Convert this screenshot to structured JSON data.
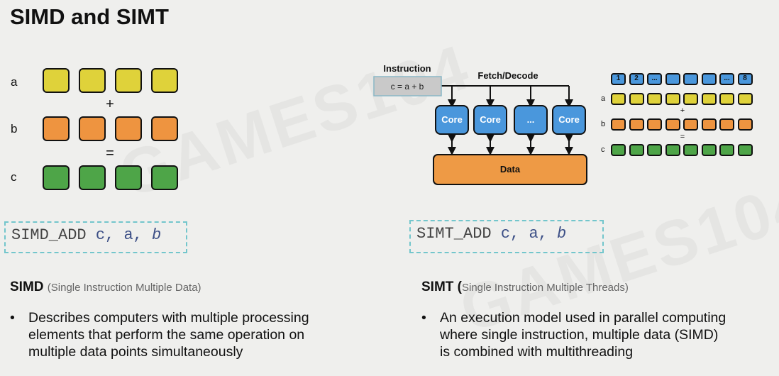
{
  "title": "SIMD and SIMT",
  "simd_diagram": {
    "row_labels": [
      "a",
      "b",
      "c"
    ],
    "operators": [
      "+",
      "="
    ],
    "colors": {
      "a": "#dfd23a",
      "b": "#ee9440",
      "c": "#4ea548"
    }
  },
  "simd_code": {
    "op": "SIMD_ADD",
    "args": [
      "c,",
      "a,",
      "b"
    ]
  },
  "simt_code": {
    "op": "SIMT_ADD",
    "args": [
      "c,",
      "a,",
      "b"
    ]
  },
  "simt_diagram": {
    "instruction_label": "Instruction",
    "instruction_value": "c = a + b",
    "fetch_decode": "Fetch/Decode",
    "cores": [
      "Core",
      "Core",
      "...",
      "Core"
    ],
    "data_label": "Data",
    "thread_ids": [
      "1",
      "2",
      "...",
      "",
      "",
      "",
      "...",
      "8"
    ],
    "row_labels": [
      "a",
      "b",
      "c"
    ],
    "operators": [
      "+",
      "="
    ],
    "colors": {
      "core": "#4a97dc",
      "data": "#ee9a45",
      "thread": "#4a97dc"
    }
  },
  "simd": {
    "label": "SIMD",
    "expansion": "(Single Instruction Multiple Data)",
    "bullet": [
      "Describes computers with multiple processing",
      "elements that perform the same operation on",
      "multiple data points simultaneously"
    ]
  },
  "simt": {
    "label": "SIMT",
    "expansion_open": "(",
    "expansion": "Single Instruction Multiple Threads)",
    "bullet": [
      "An execution model used in parallel computing",
      "where single instruction, multiple data (SIMD)",
      "is combined with multithreading"
    ]
  },
  "bullet_char": "•"
}
